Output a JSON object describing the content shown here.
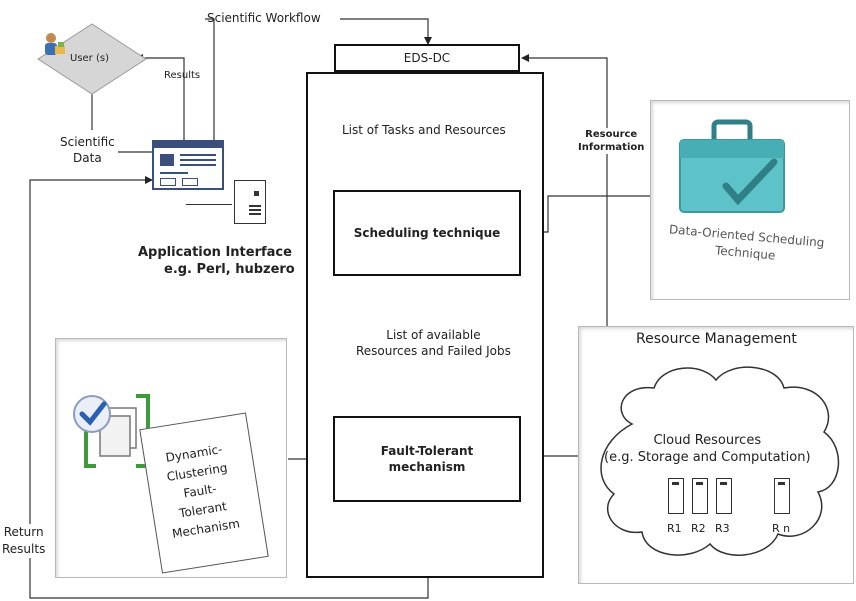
{
  "top": {
    "workflow_label": "Scientific Workflow"
  },
  "user": {
    "label": "User (s)",
    "results_label": "Results",
    "scientific_data_label": "Scientific\nData"
  },
  "app_interface": {
    "title": "Application Interface",
    "subtitle": "e.g. Perl, hubzero"
  },
  "edsdc": {
    "label": "EDS-DC",
    "flow1_label": "List of Tasks and Resources",
    "scheduling_label": "Scheduling technique",
    "flow2_label": "List of available\nResources and Failed Jobs",
    "fault_label": "Fault-Tolerant\nmechanism"
  },
  "resource_info": {
    "label": "Resource\nInformation"
  },
  "data_oriented": {
    "label": "Data-Oriented Scheduling\nTechnique",
    "icon": "briefcase-check-icon",
    "color": "#5ec3c9"
  },
  "resource_mgmt": {
    "title": "Resource Management",
    "cloud_title": "Cloud Resources\n(e.g. Storage and Computation)",
    "nodes": [
      "R1",
      "R2",
      "R3",
      "R n"
    ]
  },
  "dynamic": {
    "label": "Dynamic-\nClustering\nFault-\nTolerant\nMechanism",
    "icon": "document-check-icon"
  },
  "return": {
    "label": "Return\nResults"
  }
}
